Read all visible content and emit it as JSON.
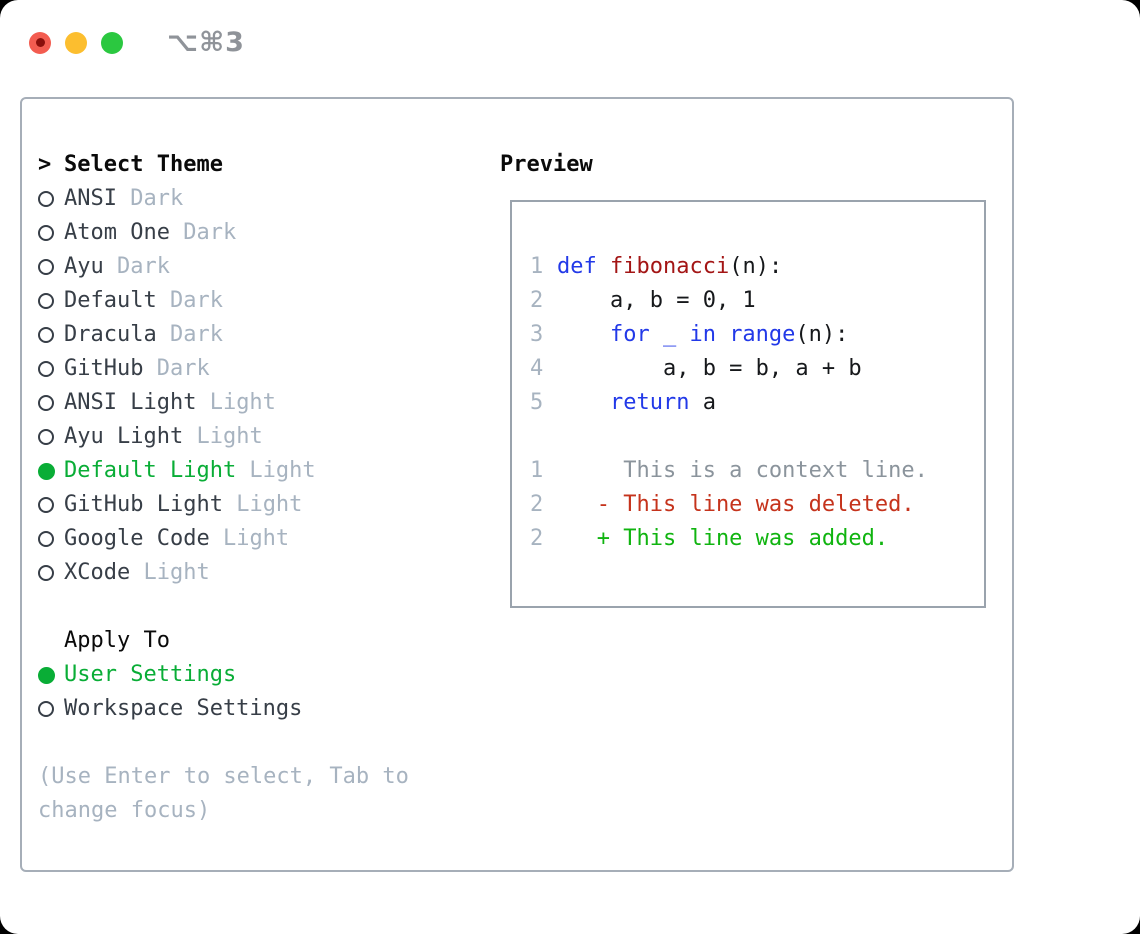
{
  "window": {
    "title": "⌥⌘3"
  },
  "colors": {
    "traffic-red": "#f35c50",
    "traffic-red-dot": "#8a0f0b",
    "traffic-yellow": "#fcbe2f",
    "traffic-green": "#2bc840",
    "title-gray": "#8f9399",
    "panel-border": "#a6aeb8",
    "preview-border": "#9aa3ad",
    "header-black": "#0a0a0a",
    "item-text": "#373e47",
    "muted-gray": "#a7b3c0",
    "select-green": "#09ad36",
    "line-number": "#a7b3c0",
    "code-plain": "#16181b",
    "code-keyword": "#2239e8",
    "code-function": "#a31515",
    "diff-context": "#8b949c",
    "diff-deleted": "#c5331c",
    "diff-added": "#10b410"
  },
  "panel": {
    "select_theme": {
      "pointer": ">",
      "header": "Select Theme",
      "items": [
        {
          "name": "ANSI",
          "tag": " Dark",
          "selected": false
        },
        {
          "name": "Atom One",
          "tag": " Dark",
          "selected": false
        },
        {
          "name": "Ayu",
          "tag": " Dark",
          "selected": false
        },
        {
          "name": "Default",
          "tag": " Dark",
          "selected": false
        },
        {
          "name": "Dracula",
          "tag": " Dark",
          "selected": false
        },
        {
          "name": "GitHub",
          "tag": " Dark",
          "selected": false
        },
        {
          "name": "ANSI Light",
          "tag": " Light",
          "selected": false
        },
        {
          "name": "Ayu Light",
          "tag": " Light",
          "selected": false
        },
        {
          "name": "Default Light",
          "tag": " Light",
          "selected": true
        },
        {
          "name": "GitHub Light",
          "tag": " Light",
          "selected": false
        },
        {
          "name": "Google Code",
          "tag": " Light",
          "selected": false
        },
        {
          "name": "XCode",
          "tag": " Light",
          "selected": false
        }
      ]
    },
    "apply_to": {
      "header": "Apply To",
      "items": [
        {
          "name": "User Settings",
          "selected": true
        },
        {
          "name": "Workspace Settings",
          "selected": false
        }
      ]
    },
    "hint": "(Use Enter to select, Tab to change focus)"
  },
  "preview": {
    "header": "Preview",
    "code_lines": [
      {
        "num": "1",
        "tokens": [
          {
            "text": "def ",
            "c": "keyword"
          },
          {
            "text": "fibonacci",
            "c": "function"
          },
          {
            "text": "(n):",
            "c": "plain"
          }
        ]
      },
      {
        "num": "2",
        "tokens": [
          {
            "text": "    a, b = 0, 1",
            "c": "plain"
          }
        ]
      },
      {
        "num": "3",
        "tokens": [
          {
            "text": "    ",
            "c": "plain"
          },
          {
            "text": "for _ in range",
            "c": "keyword"
          },
          {
            "text": "(n):",
            "c": "plain"
          }
        ]
      },
      {
        "num": "4",
        "tokens": [
          {
            "text": "        a, b = b, a + b",
            "c": "plain"
          }
        ]
      },
      {
        "num": "5",
        "tokens": [
          {
            "text": "    ",
            "c": "plain"
          },
          {
            "text": "return",
            "c": "keyword"
          },
          {
            "text": " a",
            "c": "plain"
          }
        ]
      },
      {
        "num": "",
        "tokens": []
      },
      {
        "num": "1",
        "tokens": [
          {
            "text": "     This is a context line.",
            "c": "context"
          }
        ]
      },
      {
        "num": "2",
        "tokens": [
          {
            "text": "   - This line was deleted.",
            "c": "deleted"
          }
        ]
      },
      {
        "num": "2",
        "tokens": [
          {
            "text": "   + This line was added.",
            "c": "added"
          }
        ]
      }
    ]
  }
}
